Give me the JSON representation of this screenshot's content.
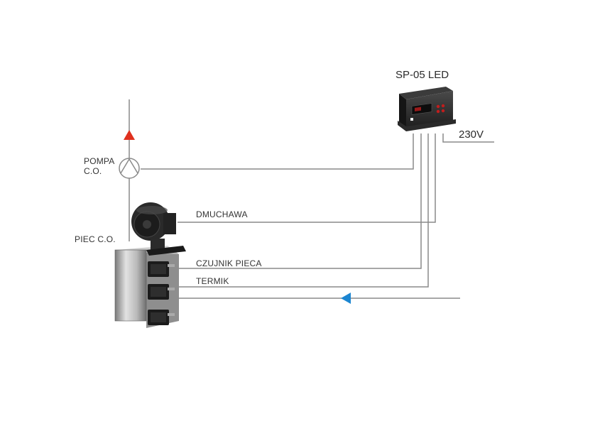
{
  "title": "SP-05 LED",
  "labels": {
    "power": "230V",
    "pump_line1": "POMPA",
    "pump_line2": "C.O.",
    "boiler": "PIEC C.O.",
    "blower": "DMUCHAWA",
    "boiler_sensor": "CZUJNIK PIECA",
    "thermostat": "TERMIK"
  },
  "icons": {
    "controller": "controller-device-icon",
    "pump": "pump-symbol-icon",
    "blower": "blower-fan-icon",
    "boiler": "boiler-icon",
    "flow_up": "red-triangle-up-icon",
    "flow_left": "blue-triangle-left-icon"
  },
  "colors": {
    "line": "#8a8a8a",
    "flow_up": "#e0301e",
    "flow_left": "#1c86d1",
    "text": "#333333"
  }
}
